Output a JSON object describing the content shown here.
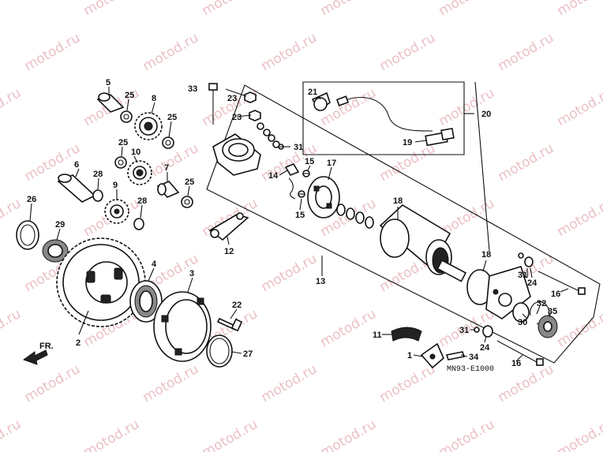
{
  "watermark": "motod.ru",
  "diagram_code": "MN93-E1000",
  "direction_label": "FR.",
  "callouts": [
    "1",
    "2",
    "3",
    "4",
    "5",
    "6",
    "7",
    "8",
    "9",
    "10",
    "11",
    "12",
    "13",
    "14",
    "15",
    "15",
    "16",
    "16",
    "17",
    "18",
    "18",
    "19",
    "20",
    "21",
    "22",
    "23",
    "23",
    "24",
    "24",
    "25",
    "25",
    "25",
    "25",
    "26",
    "27",
    "28",
    "28",
    "29",
    "30",
    "31",
    "31",
    "31",
    "32",
    "33",
    "34",
    "35"
  ]
}
